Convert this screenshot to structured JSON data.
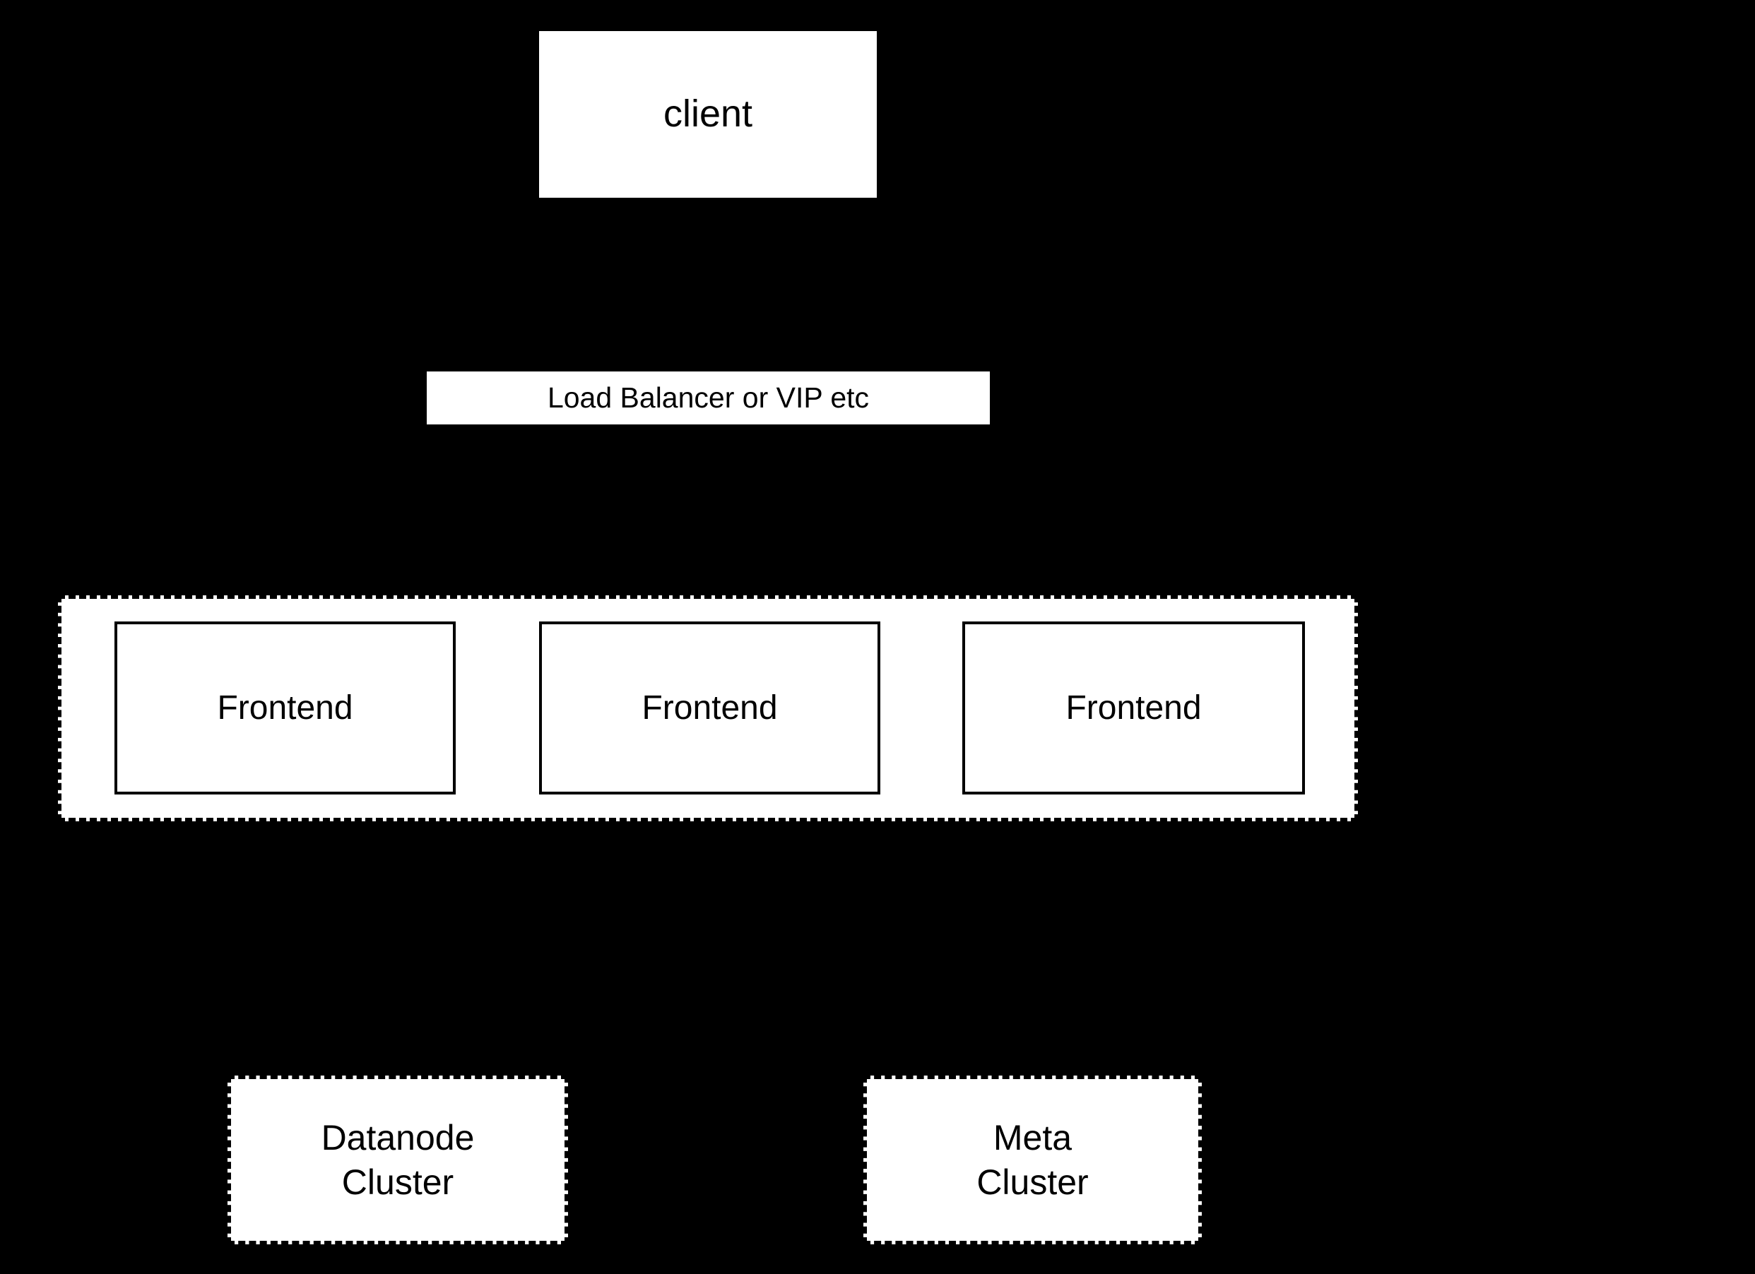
{
  "diagram": {
    "background_color": "#000000",
    "node_fill_color": "#ffffff",
    "stroke_color": "#000000",
    "client": {
      "label": "client"
    },
    "load_balancer": {
      "label": "Load Balancer or VIP etc"
    },
    "frontend_cluster": {
      "border_style": "dashed",
      "nodes": [
        {
          "label": "Frontend"
        },
        {
          "label": "Frontend"
        },
        {
          "label": "Frontend"
        }
      ]
    },
    "bottom_clusters": [
      {
        "label": "Datanode\nCluster",
        "border_style": "dashed"
      },
      {
        "label": "Meta\nCluster",
        "border_style": "dashed"
      }
    ]
  }
}
